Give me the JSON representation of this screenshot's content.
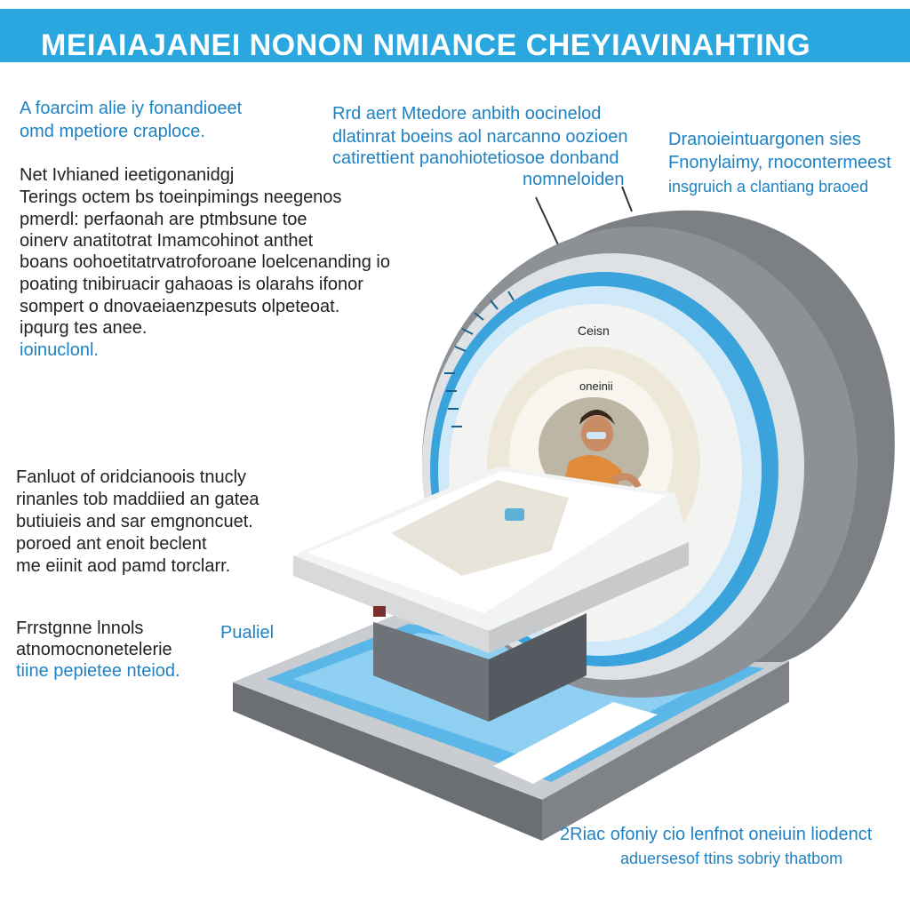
{
  "header": {
    "title": "MEIAIAJANEI NONON NMIANCE CHEYIAVINAHTING"
  },
  "left_column": {
    "block1": [
      "A foarcim alie iy fonandioeet",
      "omd mpetiore craploce."
    ],
    "block2": [
      "Net Ivhianed ieetigonanidgj",
      "Terings octem bs toeinpimings neegenos",
      "pmerdl: perfaonah are ptmbsune toe",
      "oinerv anatitotrat Imamcohinot anthet",
      "boans oohoetitatrvatroforoane loelcenanding io",
      "poating tnibiruacir gahaoas is olarahs ifonor",
      "sompert o dnovaeiaenzpesuts olpeteoat.",
      "ipqurg tes anee."
    ],
    "block2_last": "ioinuclonl.",
    "block3": [
      "Fanluot of oridcianoois tnucly",
      "rinanles tob maddiied an gatea",
      "butiuieis and sar emgnoncuet.",
      "poroed ant enoit beclent",
      "me eiinit aod pamd torclarr."
    ],
    "block4": [
      "Frrstgnne lnnols",
      "atnomocnonetelerie"
    ],
    "block4_last": "tiine pepietee nteiod."
  },
  "top_callouts": {
    "center": [
      "Rrd aert Mtedore anbith oocinelod",
      "dlatinrat boeins aol narcanno oozioen",
      "catirettient panohiotetiosoe donband",
      "nomneloiden"
    ],
    "right": [
      "Dranoieintuargonen sies",
      "Fnonylaimy, rnocontermeest",
      "insgruich a clantiang braoed"
    ]
  },
  "scanner_labels": {
    "top": "Ceisn",
    "middle": "oneinii"
  },
  "platform_label": "Pualiel",
  "bottom_note": [
    "2Riac ofoniy cio lenfnot oneiuin liodenct",
    "aduersesof ttins sobriy thatbom"
  ],
  "colors": {
    "accent": "#2aa7df",
    "blue_text": "#1f82c2",
    "scanner_shell": "#8a8d91",
    "platform_blue": "#5bb7e8"
  }
}
